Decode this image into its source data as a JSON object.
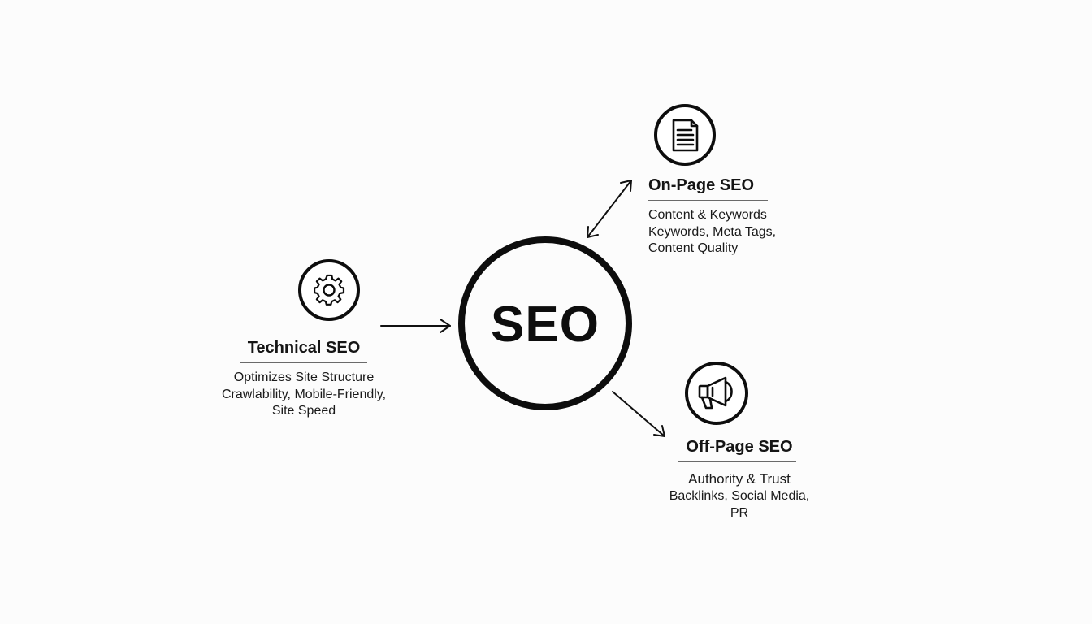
{
  "center": {
    "label": "SEO"
  },
  "nodes": {
    "technical": {
      "title": "Technical SEO",
      "icon": "gear-icon",
      "lines": [
        "Optimizes Site Structure",
        "Crawlability, Mobile-Friendly,",
        "Site Speed"
      ]
    },
    "on_page": {
      "title": "On-Page SEO",
      "icon": "document-icon",
      "lines": [
        "Content & Keywords",
        "Keywords, Meta Tags,",
        "Content Quality"
      ]
    },
    "off_page": {
      "title": "Off-Page SEO",
      "icon": "megaphone-icon",
      "subtitle": "Authority & Trust",
      "lines": [
        "Backlinks, Social Media,",
        "PR"
      ]
    }
  },
  "colors": {
    "stroke": "#0d0d0d",
    "background": "#fcfcfc"
  }
}
